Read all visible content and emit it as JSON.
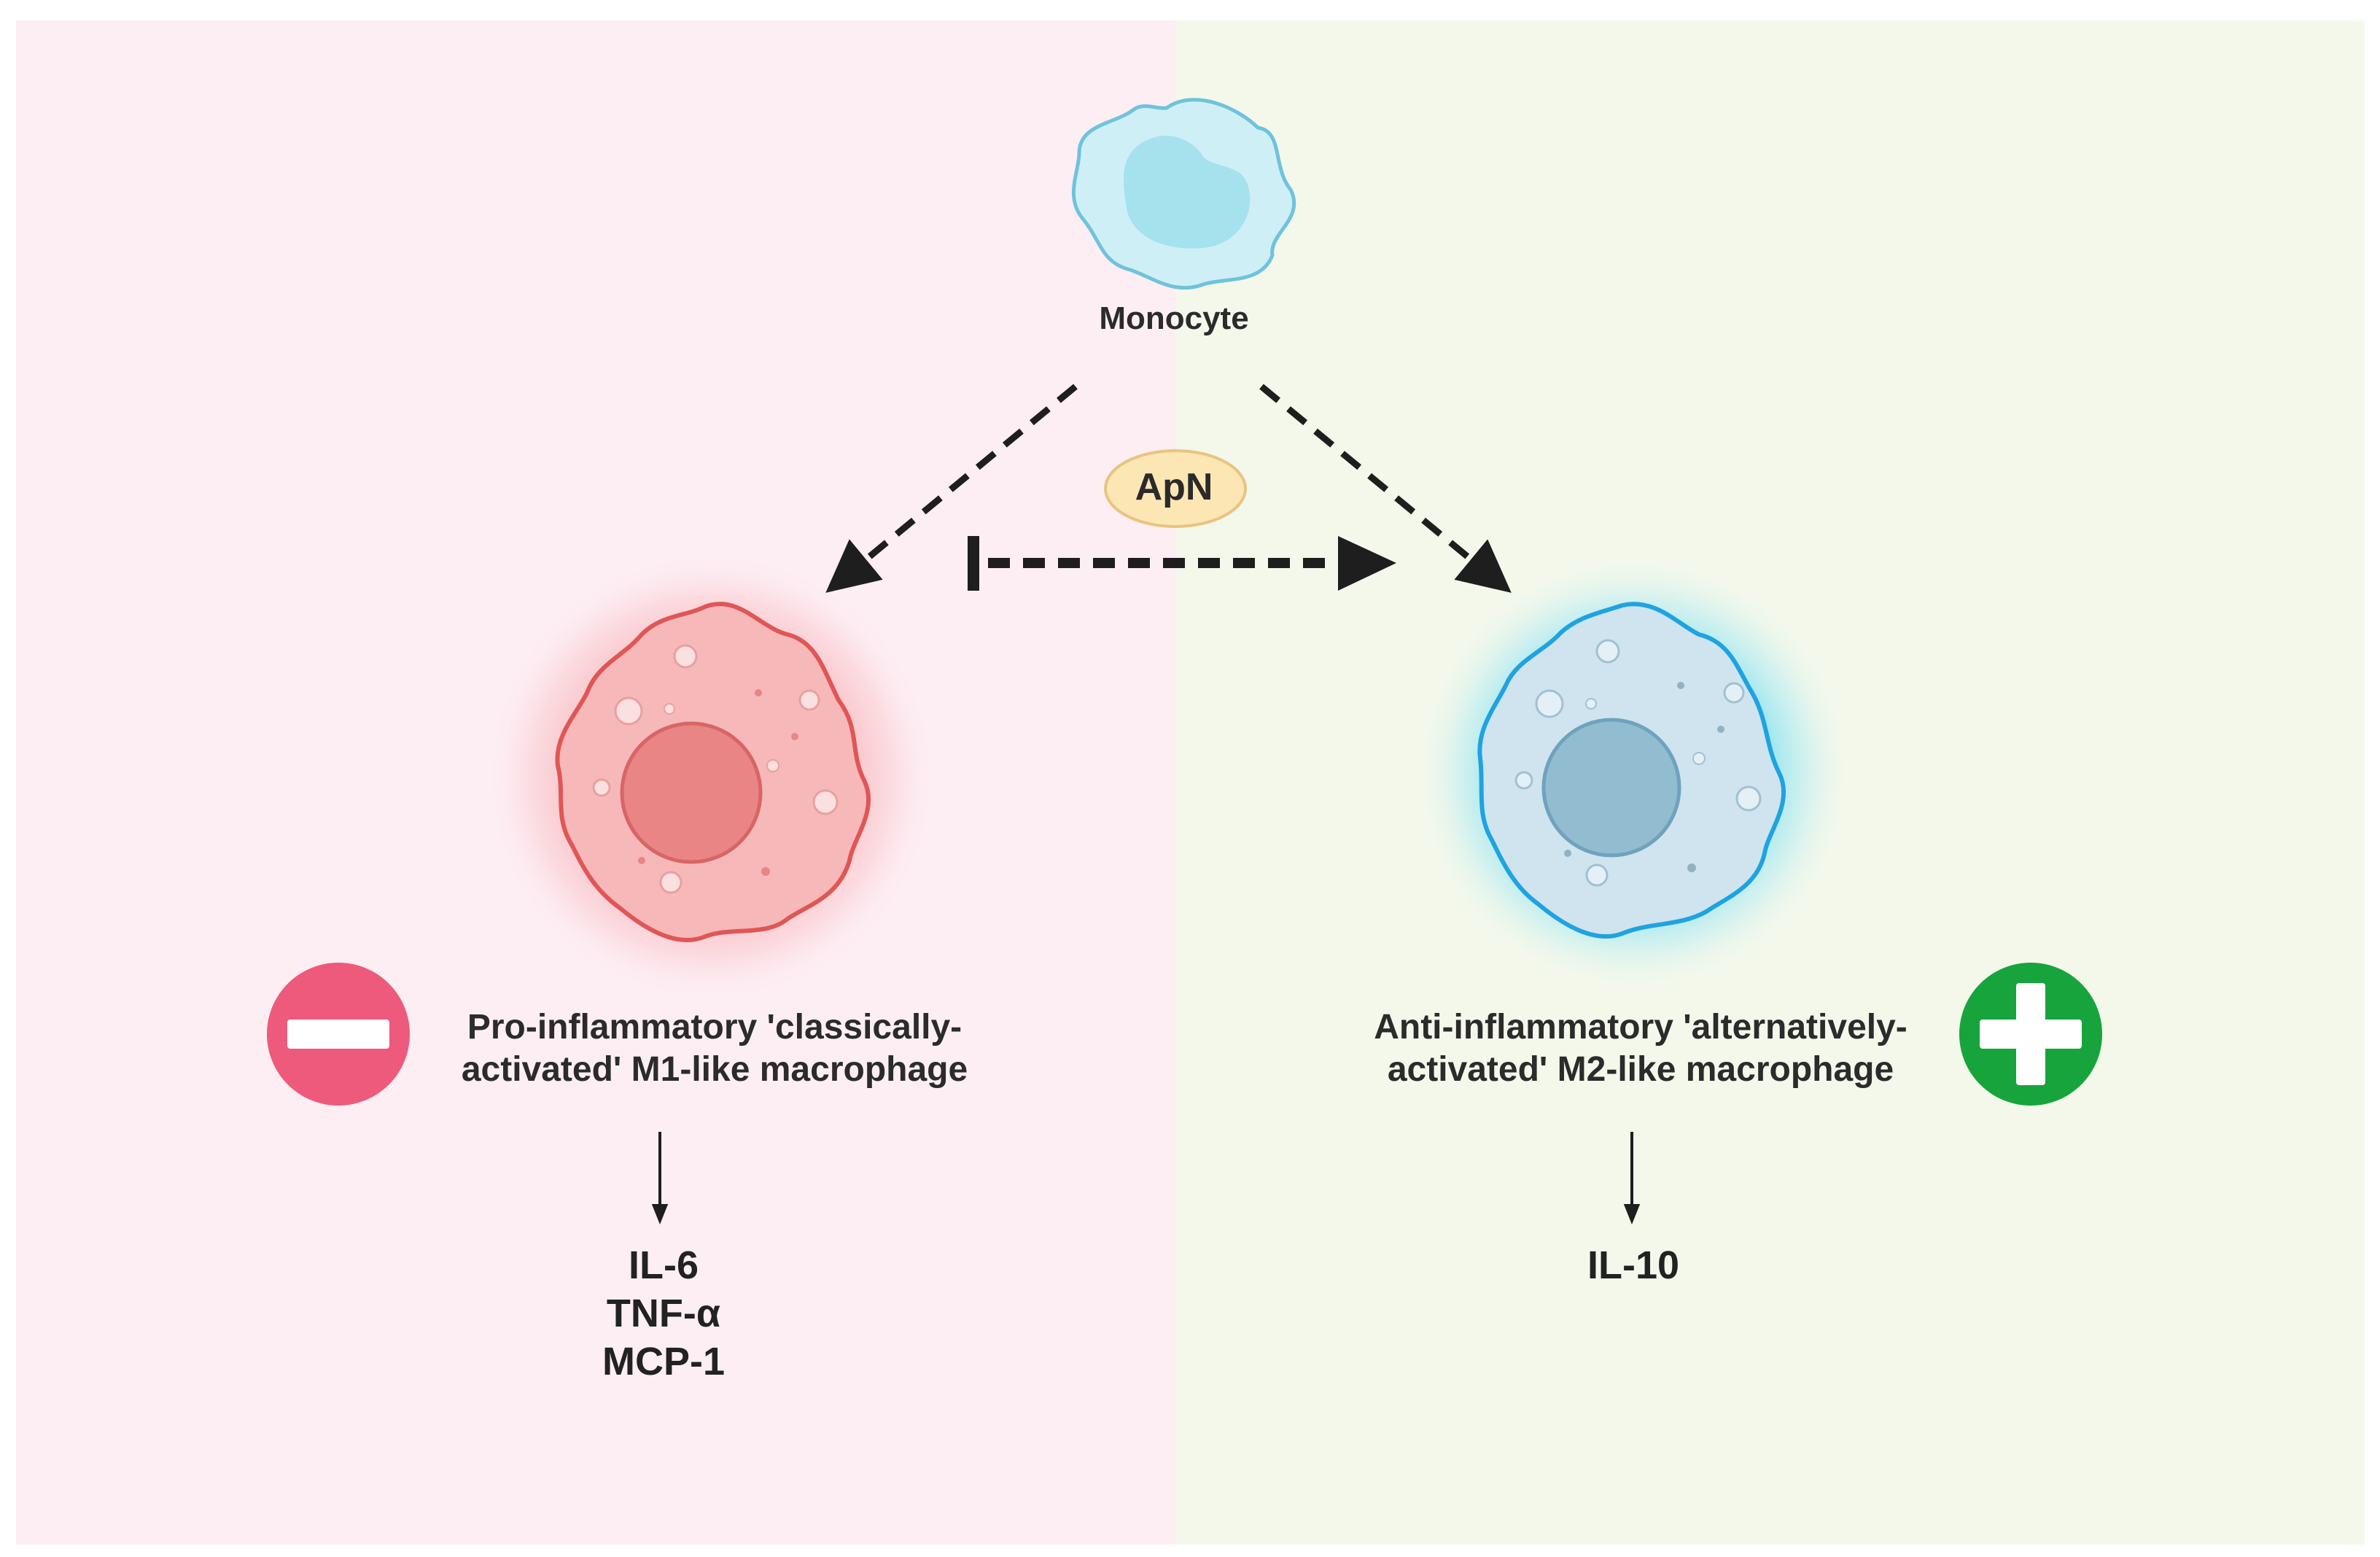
{
  "background": {
    "left_color": "#fdeef4",
    "right_color": "#f3f8eb"
  },
  "colors": {
    "monocyte": "#bde8f1",
    "m1": "#f2a5a3",
    "m2": "#c9e4ef",
    "minus": "#ee5a7b",
    "plus": "#17a43c",
    "apn": "#fbe6b4",
    "arrow": "#1e1e1e"
  },
  "monocyte": {
    "label": "Monocyte"
  },
  "modulator": {
    "label": "ApN"
  },
  "m1": {
    "label_line1": "Pro-inflammatory 'classically-",
    "label_line2": "activated' M1-like macrophage",
    "cytokines": [
      "IL-6",
      "TNF-α",
      "MCP-1"
    ],
    "icon": "minus-circle-icon"
  },
  "m2": {
    "label_line1": "Anti-inflammatory 'alternatively-",
    "label_line2": "activated' M2-like macrophage",
    "cytokines": [
      "IL-10"
    ],
    "icon": "plus-circle-icon"
  }
}
